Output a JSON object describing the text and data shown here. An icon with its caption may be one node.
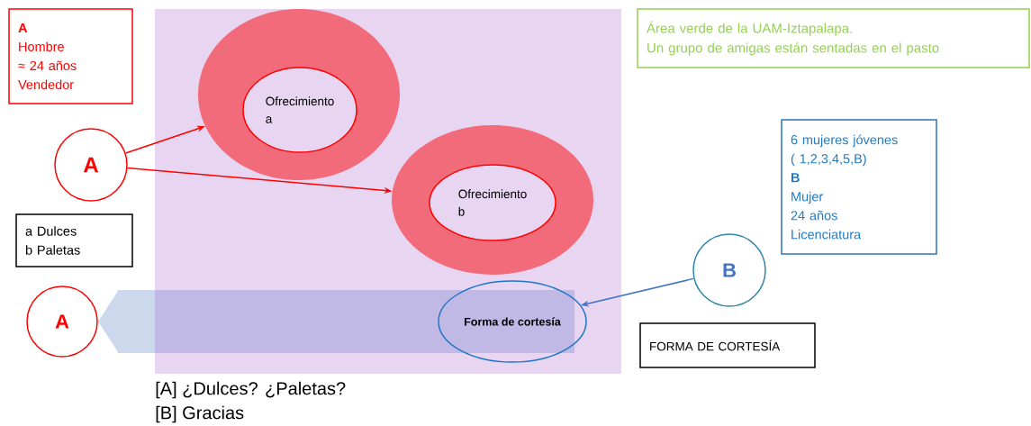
{
  "diagram": {
    "nodes": [
      {
        "text": [
          "A",
          "Hombre",
          "≈ 24 años",
          "Vendedor"
        ]
      },
      {
        "text": [],
        "shape": "box"
      },
      {
        "text": [],
        "shape": "ellipse",
        "in": 1
      },
      {
        "text": [
          "Ofrecimiento",
          "a"
        ],
        "in": 2
      },
      {
        "text": [],
        "shape": "ellipse",
        "in": 1
      },
      {
        "text": [
          "Ofrecimiento",
          "b"
        ],
        "in": 4
      },
      {
        "text": [
          "Forma de cortesía"
        ],
        "in": 1
      },
      {
        "text": [
          "Área verde de la UAM-Iztapalapa.",
          "Un grupo de amigas están sentadas en el pasto"
        ]
      },
      {
        "text": [
          "A"
        ]
      },
      {
        "text": [
          "a Dulces",
          "b Paletas"
        ]
      },
      {
        "text": [
          "6 mujeres jóvenes",
          "( 1,2,3,4,5,B)",
          "B",
          "Mujer",
          "24 años",
          "Licenciatura"
        ]
      },
      {
        "text": [
          "B"
        ]
      },
      {
        "text": [
          "A"
        ]
      },
      {
        "text": [
          "FORMA DE CORTESÍA"
        ]
      }
    ],
    "edges": [
      {
        "from": 8,
        "to": 2,
        "arrow": "to"
      },
      {
        "from": 8,
        "to": 4,
        "arrow": "to"
      },
      {
        "from": 11,
        "to": 6,
        "arrow": "to",
        "color": "#4472c4"
      },
      {
        "from": 6,
        "to": 12,
        "arrow": "to",
        "style": "thick",
        "color": "#ccd8ec"
      }
    ],
    "labels": [
      "[A] ¿Dulces? ¿Paletas?",
      "[B] Gracias"
    ]
  }
}
